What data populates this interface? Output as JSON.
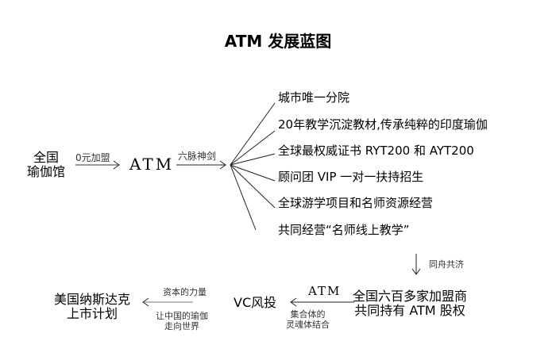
{
  "title": "ATM 发展蓝图",
  "source": {
    "line1": "全国",
    "line2": "瑜伽馆"
  },
  "arrow1_label": "0元加盟",
  "center": "ATM",
  "arrow2_label": "六脉神剑",
  "items": [
    "城市唯一分院",
    "20年教学沉淀教材,传承纯粹的印度瑜伽",
    "全球最权威证书 RYT200 和 AYT200",
    "顾问团 VIP 一对一扶持招生",
    "全球游学项目和名师资源经营",
    "共同经营“名师线上教学”"
  ],
  "down_label": "同舟共济",
  "franchise": {
    "line1": "全国六百多家加盟商",
    "line2": "共同持有 ATM 股权"
  },
  "arrow3_top": "ATM",
  "arrow3_bottom": {
    "line1": "集合体的",
    "line2": "灵魂体结合"
  },
  "vc": "VC风投",
  "arrow4_top": "资本的力量",
  "arrow4_bottom": {
    "line1": "让中国的瑜伽",
    "line2": "走向世界"
  },
  "goal": {
    "line1": "美国纳斯达克",
    "line2": "上市计划"
  }
}
